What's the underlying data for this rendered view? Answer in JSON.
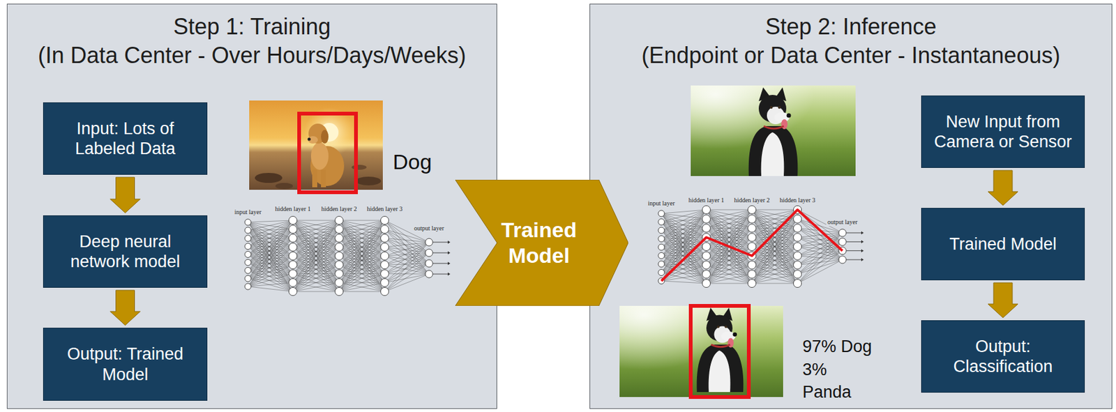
{
  "diagram": {
    "nodes": [
      {
        "text": [
          "Step 1: Training",
          "(In Data Center - Over Hours/Days/Weeks)"
        ]
      },
      {
        "text": [
          "Input: Lots of Labeled Data"
        ],
        "in": 0
      },
      {
        "text": [
          "Deep neural network model"
        ],
        "in": 0
      },
      {
        "text": [
          "Output: Trained Model"
        ],
        "in": 0
      },
      {
        "text": [
          "Trained Model"
        ]
      },
      {
        "text": [
          "Step 2: Inference",
          "(Endpoint or Data Center - Instantaneous)"
        ]
      },
      {
        "text": [
          "New Input from Camera or Sensor"
        ],
        "in": 5
      },
      {
        "text": [
          "Trained Model"
        ],
        "in": 5
      },
      {
        "text": [
          "Output: Classification"
        ],
        "in": 5
      }
    ],
    "edges": [
      {
        "from": 1,
        "to": 2,
        "arrow": "to"
      },
      {
        "from": 2,
        "to": 3,
        "arrow": "to"
      },
      {
        "from": 6,
        "to": 7,
        "arrow": "to"
      },
      {
        "from": 7,
        "to": 8,
        "arrow": "to"
      }
    ],
    "labels": [
      "Dog",
      "input layer",
      "hidden layer 1",
      "hidden layer 2",
      "hidden layer 3",
      "output layer",
      "input layer",
      "hidden layer 1",
      "hidden layer 2",
      "hidden layer 3",
      "output layer",
      "97% Dog",
      "3%",
      "Panda"
    ]
  }
}
